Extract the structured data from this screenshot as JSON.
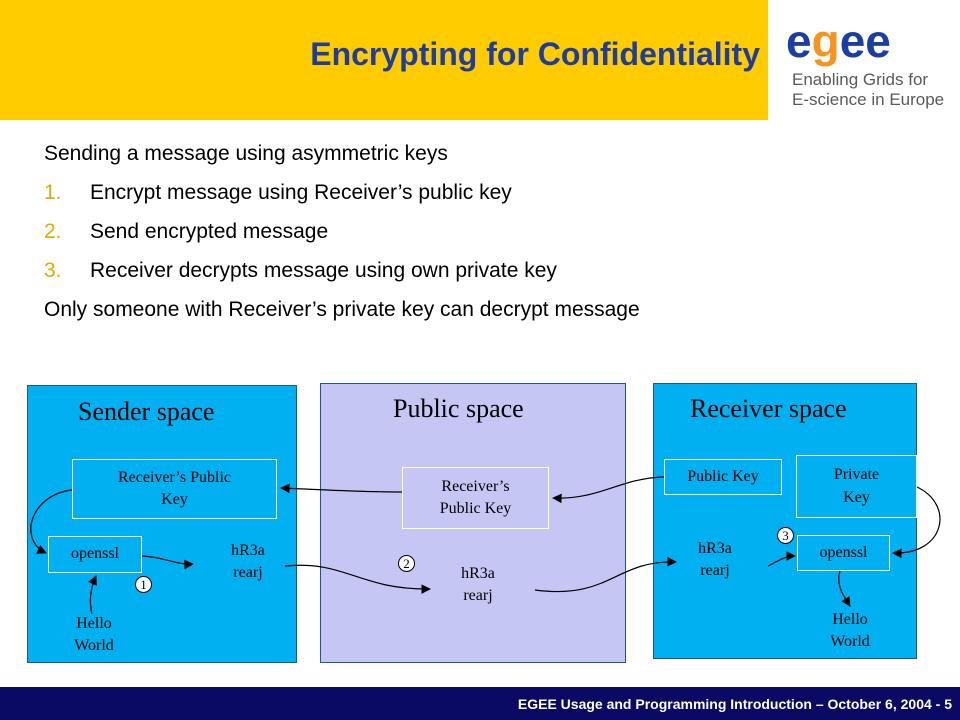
{
  "header": {
    "title": "Encrypting for Confidentiality",
    "logo": {
      "word_prefix": "e",
      "word_accent": "g",
      "word_suffix": "ee",
      "line1": "Enabling Grids for",
      "line2": "E-science in Europe",
      "colors": {
        "blue": "#1b3da6",
        "orange": "#f7941d"
      }
    },
    "band_color": "#ffcc00"
  },
  "bullets": {
    "intro": "Sending a message using asymmetric keys",
    "steps": [
      {
        "num": "1.",
        "text": "Encrypt message using Receiver’s public key"
      },
      {
        "num": "2.",
        "text": "Send encrypted message"
      },
      {
        "num": "3.",
        "text": "Receiver decrypts message using own private key"
      }
    ],
    "conclusion": "Only someone with Receiver’s private key can decrypt message"
  },
  "diagram": {
    "sender": {
      "title": "Sender space",
      "public_key_line1": "Receiver’s Public",
      "public_key_line2": "Key",
      "tool": "openssl",
      "cipher_line1": "hR3a",
      "cipher_line2": "rearj",
      "plain_line1": "Hello",
      "plain_line2": "World",
      "badge": "1"
    },
    "public": {
      "title": "Public space",
      "key_line1": "Receiver’s",
      "key_line2": "Public Key",
      "cipher_line1": "hR3a",
      "cipher_line2": "rearj",
      "badge": "2"
    },
    "receiver": {
      "title": "Receiver space",
      "public_key": "Public Key",
      "private_key_line1": "Private",
      "private_key_line2": "Key",
      "cipher_line1": "hR3a",
      "cipher_line2": "rearj",
      "tool": "openssl",
      "plain_line1": "Hello",
      "plain_line2": "World",
      "badge": "3"
    },
    "colors": {
      "sender_space": "#00b0f0",
      "public_space": "#c6c6f5",
      "receiver_space": "#00b0f0"
    }
  },
  "footer": {
    "text": "EGEE Usage and Programming Introduction – October 6, 2004 - 5"
  }
}
